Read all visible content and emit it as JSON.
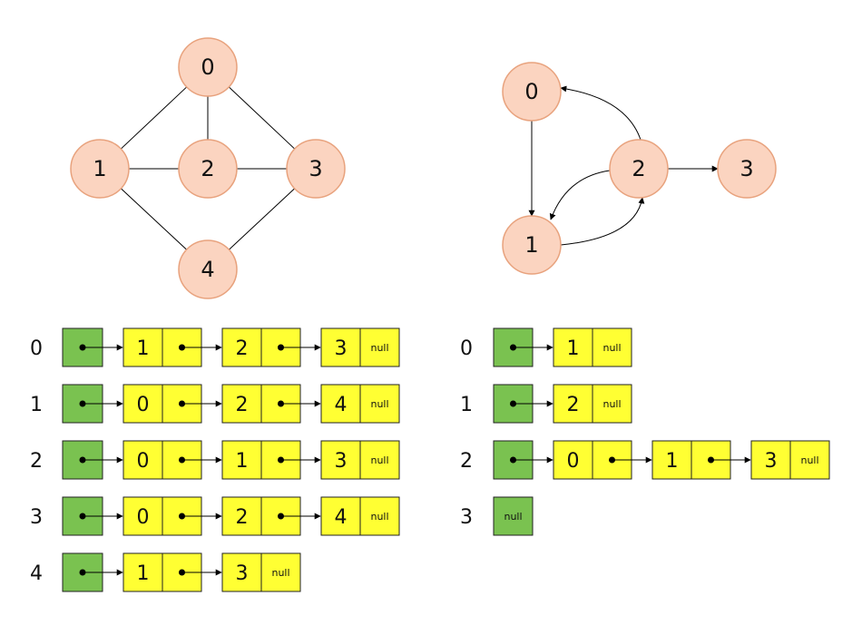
{
  "null_label": "null",
  "undirected_graph": {
    "nodes": [
      "0",
      "1",
      "2",
      "3",
      "4"
    ],
    "edges": [
      [
        "0",
        "1"
      ],
      [
        "0",
        "2"
      ],
      [
        "0",
        "3"
      ],
      [
        "1",
        "2"
      ],
      [
        "2",
        "3"
      ],
      [
        "1",
        "4"
      ],
      [
        "3",
        "4"
      ]
    ]
  },
  "directed_graph": {
    "nodes": [
      "0",
      "1",
      "2",
      "3"
    ],
    "edges": [
      [
        "0",
        "1"
      ],
      [
        "1",
        "2"
      ],
      [
        "2",
        "0"
      ],
      [
        "2",
        "1"
      ],
      [
        "2",
        "3"
      ]
    ]
  },
  "undirected_list": [
    {
      "label": "0",
      "neighbors": [
        "1",
        "2",
        "3"
      ]
    },
    {
      "label": "1",
      "neighbors": [
        "0",
        "2",
        "4"
      ]
    },
    {
      "label": "2",
      "neighbors": [
        "0",
        "1",
        "3"
      ]
    },
    {
      "label": "3",
      "neighbors": [
        "0",
        "2",
        "4"
      ]
    },
    {
      "label": "4",
      "neighbors": [
        "1",
        "3"
      ]
    }
  ],
  "directed_list": [
    {
      "label": "0",
      "neighbors": [
        "1"
      ]
    },
    {
      "label": "1",
      "neighbors": [
        "2"
      ]
    },
    {
      "label": "2",
      "neighbors": [
        "0",
        "1",
        "3"
      ]
    },
    {
      "label": "3",
      "neighbors": []
    }
  ],
  "colors": {
    "node_fill": "#fbd4c0",
    "node_stroke": "#e8a27d",
    "head_cell": "#7ac250",
    "list_cell": "#ffff33"
  }
}
